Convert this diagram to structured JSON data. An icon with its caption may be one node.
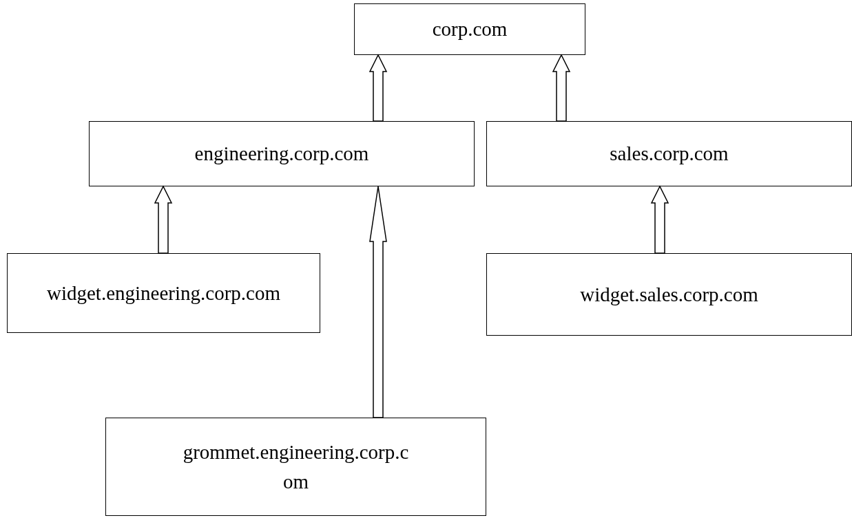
{
  "diagram": {
    "nodes": [
      {
        "text": [
          "corp.com"
        ]
      },
      {
        "text": [
          "engineering.corp.com"
        ]
      },
      {
        "text": [
          "sales.corp.com"
        ]
      },
      {
        "text": [
          "widget.engineering.corp.com"
        ]
      },
      {
        "text": [
          "widget.sales.corp.com"
        ]
      },
      {
        "text": [
          "grommet.engineering.corp.com"
        ]
      }
    ],
    "edges": [
      {
        "from": 1,
        "to": 0,
        "arrow": "to"
      },
      {
        "from": 2,
        "to": 0,
        "arrow": "to"
      },
      {
        "from": 3,
        "to": 1,
        "arrow": "to"
      },
      {
        "from": 4,
        "to": 2,
        "arrow": "to"
      },
      {
        "from": 5,
        "to": 1,
        "arrow": "to"
      }
    ]
  }
}
